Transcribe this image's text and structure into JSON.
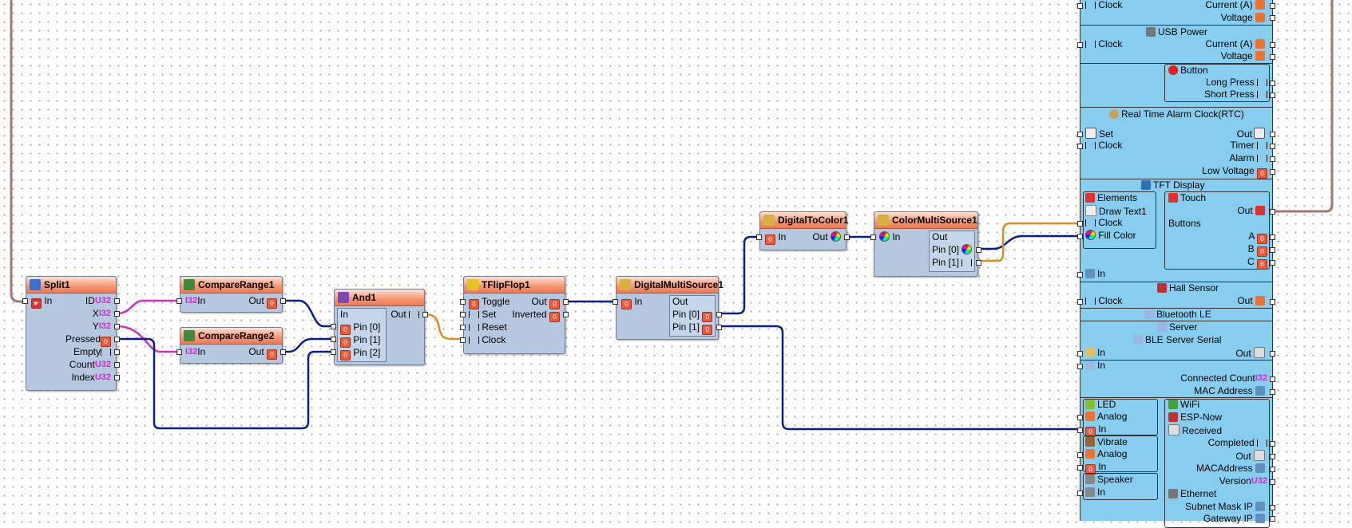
{
  "colors": {
    "wire_blue": "#0a1e8c",
    "wire_magenta": "#d030c0",
    "wire_orange": "#d89020",
    "wire_brown": "#a07878",
    "header": "#f69a78",
    "node_body": "#b6c8e0",
    "board": "#87cdf0"
  },
  "icons": {
    "split": "split-icon",
    "compare": "compare-range-icon",
    "and": "and-gate-icon",
    "flipflop": "flip-flop-icon",
    "multisource": "digital-multisource-icon",
    "todigital": "digital-to-color-icon",
    "colormulti": "color-multisource-icon"
  },
  "nodes": {
    "split": {
      "title": "Split1",
      "in": "In",
      "outputs": [
        {
          "label": "ID",
          "type": "U32"
        },
        {
          "label": "X",
          "type": "I32"
        },
        {
          "label": "Y",
          "type": "I32"
        },
        {
          "label": "Pressed",
          "type": "bool"
        },
        {
          "label": "Empty",
          "type": "clock"
        },
        {
          "label": "Count",
          "type": "U32"
        },
        {
          "label": "Index",
          "type": "U32"
        }
      ]
    },
    "cr1": {
      "title": "CompareRange1",
      "in": "In",
      "in_type": "I32",
      "out": "Out"
    },
    "cr2": {
      "title": "CompareRange2",
      "in": "In",
      "in_type": "I32",
      "out": "Out"
    },
    "and": {
      "title": "And1",
      "group": "In",
      "pins": [
        "Pin [0]",
        "Pin [1]",
        "Pin [2]"
      ],
      "out": "Out"
    },
    "tff": {
      "title": "TFlipFlop1",
      "inputs": [
        "Toggle",
        "Set",
        "Reset",
        "Clock"
      ],
      "outputs": [
        "Out",
        "Inverted"
      ]
    },
    "dms": {
      "title": "DigitalMultiSource1",
      "in": "In",
      "group": "Out",
      "pins": [
        "Pin [0]",
        "Pin [1]"
      ]
    },
    "dtc": {
      "title": "DigitalToColor1",
      "in": "In",
      "out": "Out"
    },
    "cms": {
      "title": "ColorMultiSource1",
      "in": "In",
      "group": "Out",
      "pins": [
        "Pin [0]",
        "Pin [1]"
      ]
    }
  },
  "board": {
    "top": {
      "clock": "Clock",
      "current": "Current (A)",
      "voltage": "Voltage"
    },
    "usb": {
      "title": "USB Power",
      "clock": "Clock",
      "current": "Current (A)",
      "voltage": "Voltage"
    },
    "button": {
      "title": "Button",
      "long": "Long Press",
      "short": "Short Press"
    },
    "rtc": {
      "title": "Real Time Alarm Clock(RTC)",
      "set": "Set",
      "clock": "Clock",
      "out": "Out",
      "timer": "Timer",
      "alarm": "Alarm",
      "low": "Low Voltage"
    },
    "tft": {
      "title": "TFT Display",
      "elements": "Elements",
      "draw_text": "Draw Text1",
      "clock": "Clock",
      "fill": "Fill Color",
      "in": "In",
      "touch": "Touch",
      "touch_out": "Out",
      "buttons": "Buttons",
      "a": "A",
      "b": "B",
      "c": "C"
    },
    "hall": {
      "title": "Hall Sensor",
      "clock": "Clock",
      "out": "Out"
    },
    "ble": {
      "title": "Bluetooth LE",
      "server": "Server",
      "serial": "BLE Server Serial",
      "in1": "In",
      "out": "Out",
      "in2": "In",
      "connected": "Connected Count",
      "mac": "MAC Address"
    },
    "led": {
      "title": "LED",
      "analog": "Analog",
      "in": "In"
    },
    "vibrate": {
      "title": "Vibrate",
      "analog": "Analog",
      "in": "In"
    },
    "speaker": {
      "title": "Speaker",
      "in": "In"
    },
    "wifi": {
      "title": "WiFi",
      "espnow": "ESP-Now",
      "received": "Received",
      "completed": "Completed",
      "out": "Out",
      "macaddr": "MACAddress",
      "version": "Version",
      "ethernet": "Ethernet",
      "subnet": "Subnet Mask IP",
      "gateway": "Gateway IP"
    }
  }
}
